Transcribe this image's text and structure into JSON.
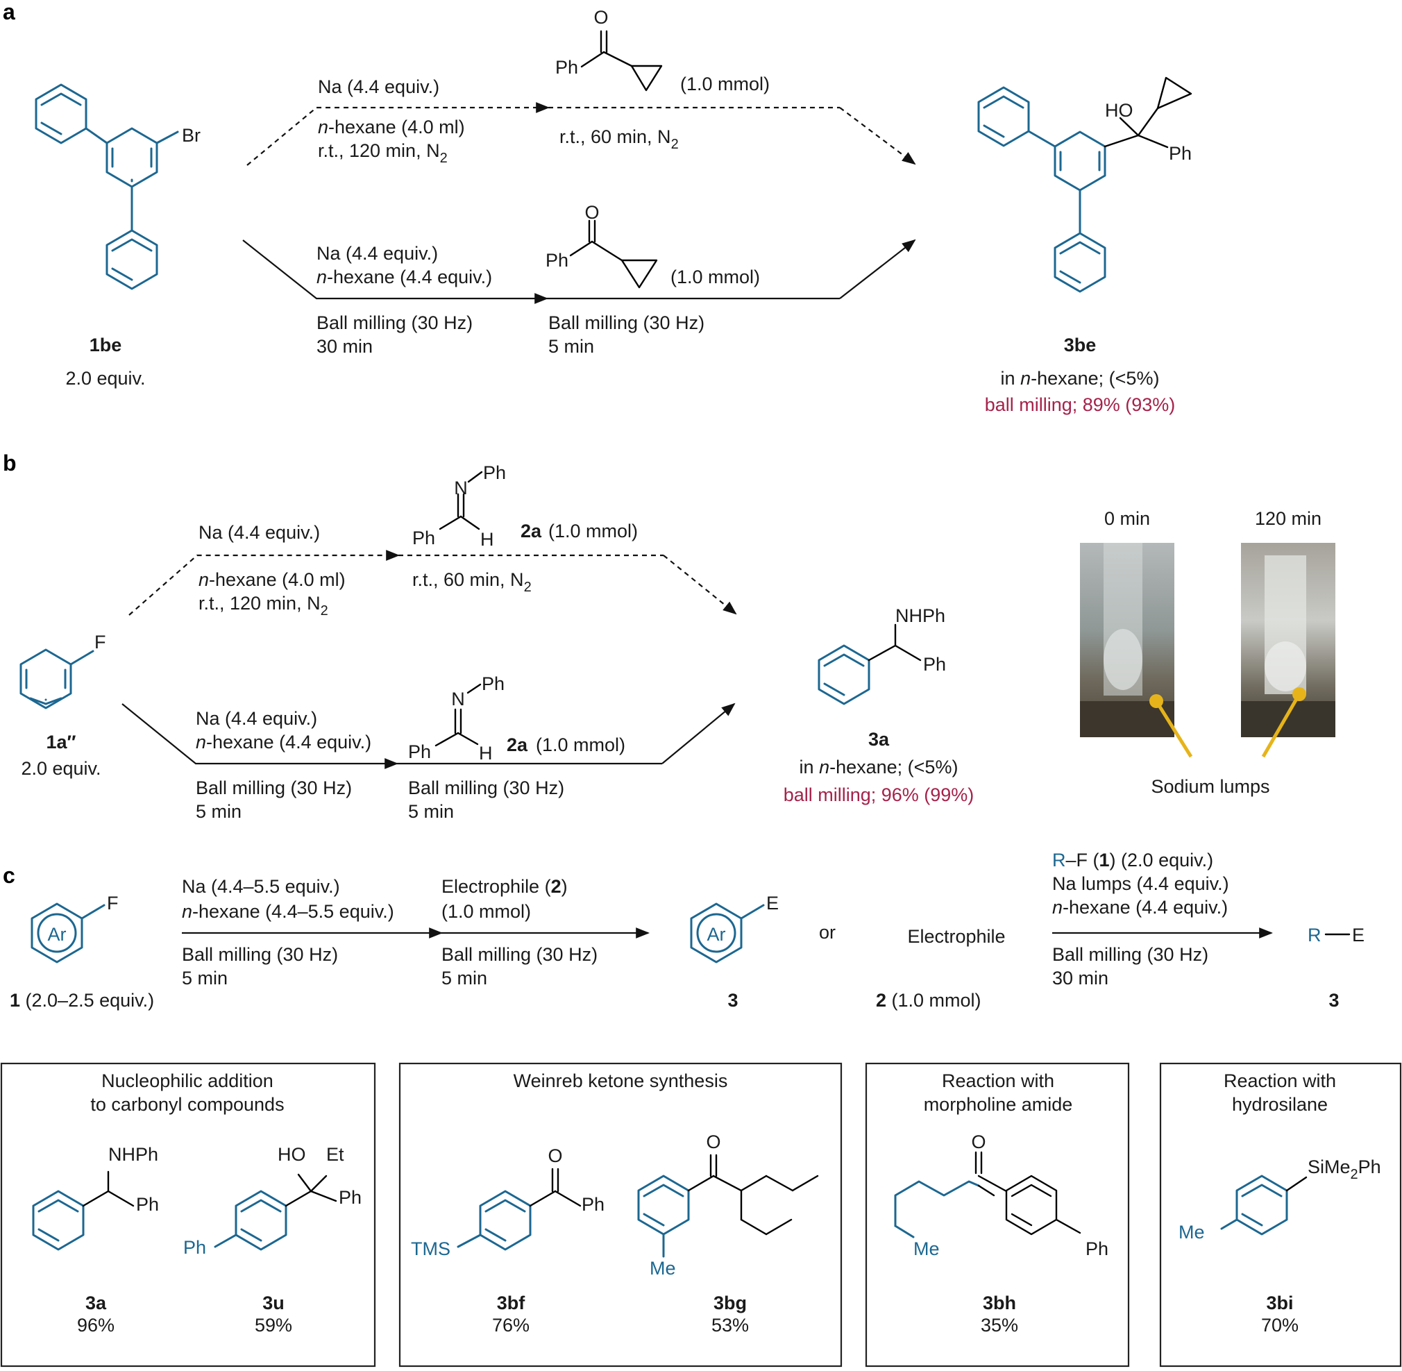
{
  "panels": {
    "a": {
      "letter": "a",
      "sm_label": "1be",
      "sm_equiv": "2.0 equiv.",
      "sm_br": "Br",
      "prod_label": "3be",
      "prod_ho": "HO",
      "prod_ph": "Ph",
      "prod_res_pre": "in ",
      "prod_res_italic": "n",
      "prod_res_post": "-hexane; (<5%)",
      "prod_res_red": "ball milling; 89% (93%)",
      "ketone_ph": "Ph",
      "ketone_o": "O",
      "ketone_amt": "(1.0 mmol)",
      "top_na": "Na (4.4 equiv.)",
      "top_hex_i": "n",
      "top_hex": "-hexane (4.0 ml)",
      "top_cond": "r.t., 120 min, N",
      "top_cond_sub": "2",
      "top_cond2": "r.t., 60 min, N",
      "top_cond2_sub": "2",
      "bot_na": "Na (4.4 equiv.)",
      "bot_hex_i": "n",
      "bot_hex": "-hexane (4.4 equiv.)",
      "bot_bm1": "Ball milling (30 Hz)",
      "bot_t1": "30 min",
      "bot_bm2": "Ball milling (30 Hz)",
      "bot_t2": "5 min"
    },
    "b": {
      "letter": "b",
      "sm_label": "1a′′",
      "sm_equiv": "2.0 equiv.",
      "sm_f": "F",
      "prod_label": "3a",
      "prod_nhph": "NHPh",
      "prod_ph": "Ph",
      "prod_res_pre": "in ",
      "prod_res_italic": "n",
      "prod_res_post": "-hexane; (<5%)",
      "prod_res_red": "ball milling; 96% (99%)",
      "imine_n": "N",
      "imine_ph_n": "Ph",
      "imine_ph": "Ph",
      "imine_h": "H",
      "imine_label": "2a",
      "imine_amt": "(1.0 mmol)",
      "top_na": "Na (4.4 equiv.)",
      "top_hex_i": "n",
      "top_hex": "-hexane (4.0 ml)",
      "top_cond": "r.t., 120 min, N",
      "top_cond_sub": "2",
      "top_cond2": "r.t., 60 min, N",
      "top_cond2_sub": "2",
      "bot_na": "Na (4.4 equiv.)",
      "bot_hex_i": "n",
      "bot_hex": "-hexane (4.4 equiv.)",
      "bot_bm1": "Ball milling (30 Hz)",
      "bot_t1": "5 min",
      "bot_bm2": "Ball milling (30 Hz)",
      "bot_t2": "5 min",
      "photo_t0": "0 min",
      "photo_t1": "120 min",
      "photo_caption": "Sodium lumps"
    },
    "c": {
      "letter": "c",
      "ar": "Ar",
      "f": "F",
      "e": "E",
      "sm_label": "1",
      "sm_equiv": " (2.0–2.5 equiv.)",
      "s1_na": "Na (4.4–5.5 equiv.)",
      "s1_hex_i": "n",
      "s1_hex": "-hexane (4.4–5.5 equiv.)",
      "s1_bm": "Ball milling (30 Hz)",
      "s1_t": "5 min",
      "s2_el": "Electrophile (",
      "s2_el_b": "2",
      "s2_el_close": ")",
      "s2_amt": "(1.0 mmol)",
      "s2_bm": "Ball milling (30 Hz)",
      "s2_t": "5 min",
      "prod_label": "3",
      "or": "or",
      "electrophile": "Electrophile",
      "el_label": "2",
      "el_amt": " (1.0 mmol)",
      "r_r": "R",
      "r_f": "–F (",
      "r_1": "1",
      "r_equiv": ") (2.0 equiv.)",
      "r_na": "Na lumps (4.4 equiv.)",
      "r_hex_i": "n",
      "r_hex": "-hexane (4.4 equiv.)",
      "r_bm": "Ball milling (30 Hz)",
      "r_t": "30 min",
      "re_r": "R",
      "re_e": "E",
      "re_label": "3"
    }
  },
  "boxes": [
    {
      "title1": "Nucleophilic addition",
      "title2": "to carbonyl compounds",
      "compounds": [
        {
          "label": "3a",
          "yield": "96%",
          "subs": [
            "NHPh",
            "Ph"
          ]
        },
        {
          "label": "3u",
          "yield": "59%",
          "subs": [
            "HO",
            "Et",
            "Ph",
            "Ph"
          ]
        }
      ]
    },
    {
      "title1": "Weinreb ketone synthesis",
      "title2": "",
      "compounds": [
        {
          "label": "3bf",
          "yield": "76%",
          "subs": [
            "O",
            "Ph",
            "TMS"
          ]
        },
        {
          "label": "3bg",
          "yield": "53%",
          "subs": [
            "O",
            "Me"
          ]
        }
      ]
    },
    {
      "title1": "Reaction with",
      "title2": "morpholine amide",
      "compounds": [
        {
          "label": "3bh",
          "yield": "35%",
          "subs": [
            "O",
            "Me",
            "Ph"
          ]
        }
      ]
    },
    {
      "title1": "Reaction with",
      "title2": "hydrosilane",
      "compounds": [
        {
          "label": "3bi",
          "yield": "70%",
          "subs": [
            "SiMe",
            "2",
            "Ph",
            "Me"
          ]
        }
      ]
    }
  ]
}
